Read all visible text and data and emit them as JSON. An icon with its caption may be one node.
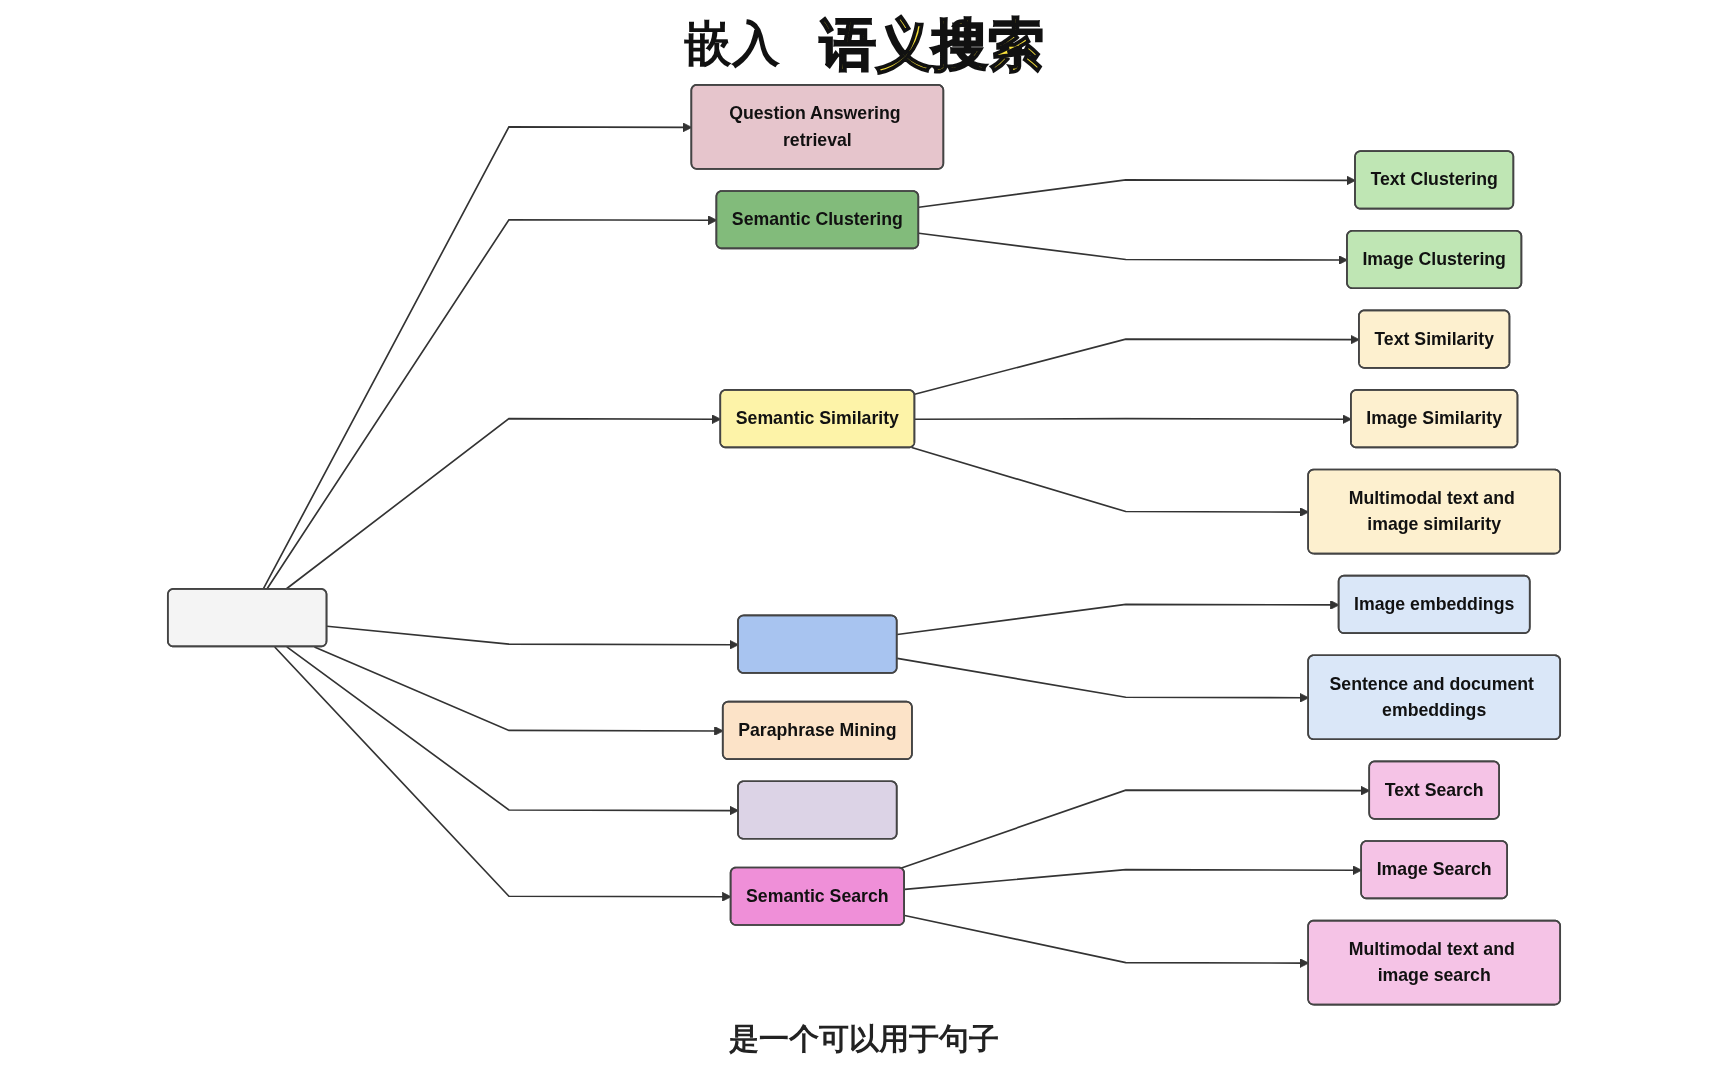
{
  "diagram": {
    "caption": "是一个可以用于句子",
    "nodes": [
      {
        "text": [
          "Text Clustering"
        ]
      },
      {
        "text": [
          "Image Clustering"
        ]
      },
      {
        "text": [
          "Question Answering retrieval"
        ]
      },
      {
        "text": [
          "Semantic Clustering"
        ]
      },
      {
        "text": [
          "Text Similarity"
        ]
      },
      {
        "text": [
          "Semantic Similarity"
        ]
      },
      {
        "text": [
          "Image Similarity"
        ]
      },
      {
        "text": [
          "Image embeddings"
        ]
      },
      {
        "text": [],
        "shape": "box"
      },
      {
        "text": [],
        "shape": "box"
      },
      {
        "text": [
          "Multimodal text and image similarity"
        ]
      },
      {
        "text": [
          "Sentence and document embeddings"
        ]
      },
      {
        "text": [],
        "shape": "box"
      },
      {
        "text": [
          "Text Search"
        ]
      },
      {
        "text": [
          "Semantic Search"
        ]
      },
      {
        "text": [
          "Image Search"
        ]
      },
      {
        "text": [
          "Paraphrase Mining"
        ]
      },
      {
        "text": [
          "Multimodal text and image search"
        ]
      }
    ],
    "edges": [
      {
        "from": 9,
        "to": 2,
        "arrow": "to"
      },
      {
        "from": 9,
        "to": 3,
        "arrow": "to"
      },
      {
        "from": 3,
        "to": 0,
        "arrow": "to"
      },
      {
        "from": 3,
        "to": 1,
        "arrow": "to"
      },
      {
        "from": 9,
        "to": 5,
        "arrow": "to"
      },
      {
        "from": 5,
        "to": 4,
        "arrow": "to"
      },
      {
        "from": 5,
        "to": 6,
        "arrow": "to"
      },
      {
        "from": 5,
        "to": 10,
        "arrow": "to"
      },
      {
        "from": 9,
        "to": 8,
        "arrow": "to"
      },
      {
        "from": 8,
        "to": 7,
        "arrow": "to"
      },
      {
        "from": 8,
        "to": 11,
        "arrow": "to"
      },
      {
        "from": 9,
        "to": 12,
        "arrow": "to"
      },
      {
        "from": 9,
        "to": 16,
        "arrow": "to"
      },
      {
        "from": 9,
        "to": 14,
        "arrow": "to"
      },
      {
        "from": 14,
        "to": 13,
        "arrow": "to"
      },
      {
        "from": 14,
        "to": 15,
        "arrow": "to"
      },
      {
        "from": 14,
        "to": 17,
        "arrow": "to"
      }
    ],
    "labels": [
      "嵌入",
      "语义搜索"
    ]
  }
}
